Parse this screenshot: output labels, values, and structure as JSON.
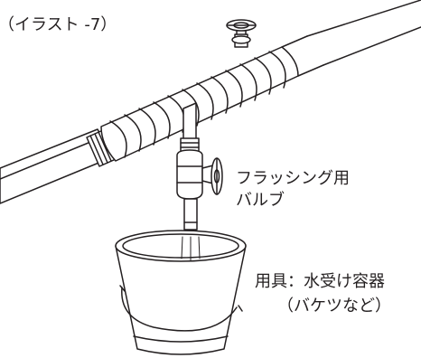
{
  "illustration": {
    "title": "（イラスト -7）",
    "valve_label_line1": "フラッシング用",
    "valve_label_line2": "バルブ",
    "tool_label_line1": "用具：水受け容器",
    "tool_label_line2": "（バケツなど）"
  },
  "colors": {
    "line": "#231f20",
    "background": "#ffffff"
  }
}
